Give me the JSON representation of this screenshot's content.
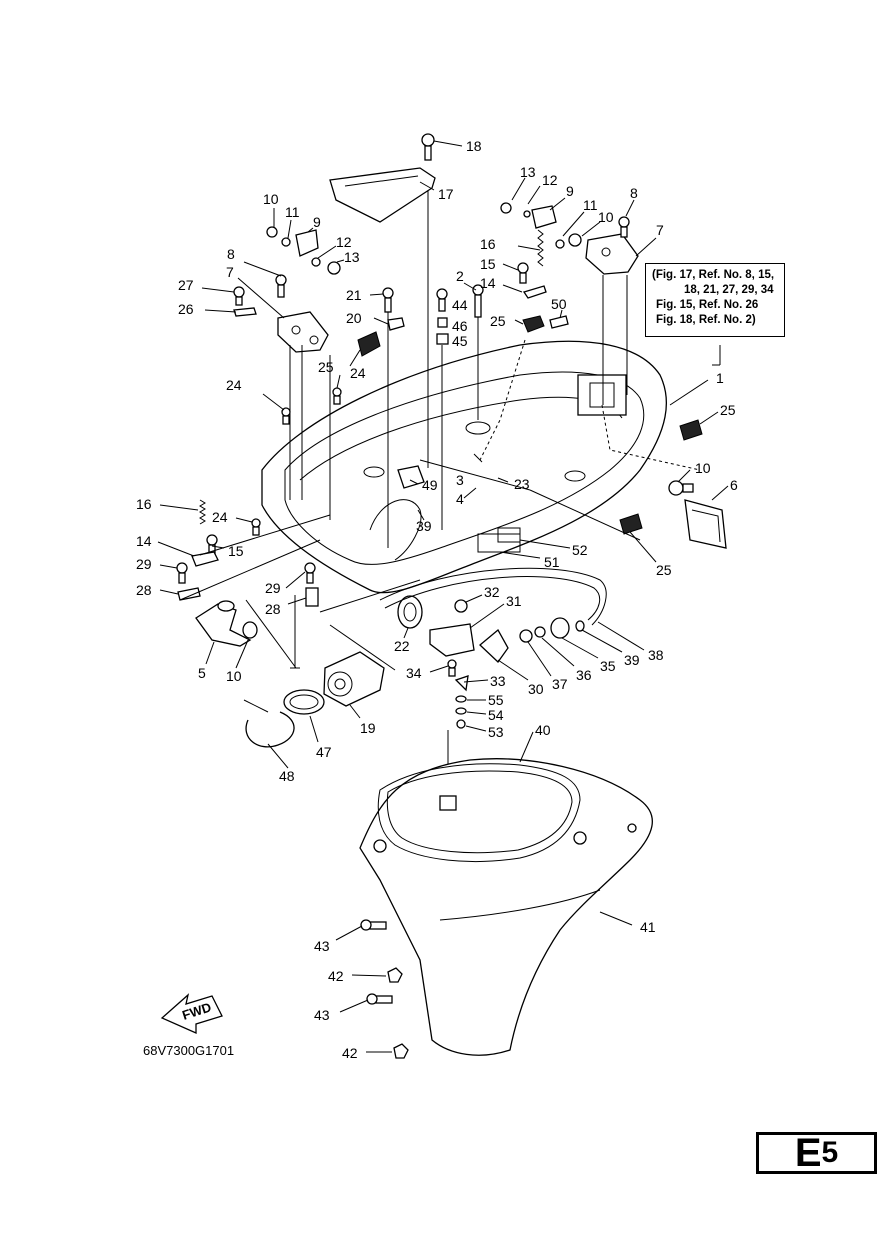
{
  "note": {
    "lines": [
      "(Fig. 17, Ref. No. 8, 15,",
      "18, 21, 27, 29, 34",
      "Fig. 15, Ref. No. 26",
      "Fig. 18, Ref. No. 2)"
    ]
  },
  "diagram_code": "68V7300G1701",
  "fwd_label": "FWD",
  "section": {
    "letter": "E",
    "number": "5"
  },
  "callouts": [
    {
      "id": "18a",
      "text": "18"
    },
    {
      "id": "17",
      "text": "17"
    },
    {
      "id": "13a",
      "text": "13"
    },
    {
      "id": "12a",
      "text": "12"
    },
    {
      "id": "9a",
      "text": "9"
    },
    {
      "id": "11a",
      "text": "11"
    },
    {
      "id": "10a",
      "text": "10"
    },
    {
      "id": "8a",
      "text": "8"
    },
    {
      "id": "7a",
      "text": "7"
    },
    {
      "id": "10b",
      "text": "10"
    },
    {
      "id": "11b",
      "text": "11"
    },
    {
      "id": "9b",
      "text": "9"
    },
    {
      "id": "12b",
      "text": "12"
    },
    {
      "id": "13b",
      "text": "13"
    },
    {
      "id": "8b",
      "text": "8"
    },
    {
      "id": "7b",
      "text": "7"
    },
    {
      "id": "27",
      "text": "27"
    },
    {
      "id": "26",
      "text": "26"
    },
    {
      "id": "21",
      "text": "21"
    },
    {
      "id": "20",
      "text": "20"
    },
    {
      "id": "2",
      "text": "2"
    },
    {
      "id": "44",
      "text": "44"
    },
    {
      "id": "46",
      "text": "46"
    },
    {
      "id": "45",
      "text": "45"
    },
    {
      "id": "16a",
      "text": "16"
    },
    {
      "id": "15a",
      "text": "15"
    },
    {
      "id": "14a",
      "text": "14"
    },
    {
      "id": "25a",
      "text": "25"
    },
    {
      "id": "50",
      "text": "50"
    },
    {
      "id": "25b",
      "text": "25"
    },
    {
      "id": "24a",
      "text": "24"
    },
    {
      "id": "24b",
      "text": "24"
    },
    {
      "id": "1",
      "text": "1"
    },
    {
      "id": "25c",
      "text": "25"
    },
    {
      "id": "10c",
      "text": "10"
    },
    {
      "id": "6",
      "text": "6"
    },
    {
      "id": "3",
      "text": "3"
    },
    {
      "id": "23",
      "text": "23"
    },
    {
      "id": "4",
      "text": "4"
    },
    {
      "id": "49",
      "text": "49"
    },
    {
      "id": "39a",
      "text": "39"
    },
    {
      "id": "16b",
      "text": "16"
    },
    {
      "id": "24c",
      "text": "24"
    },
    {
      "id": "14b",
      "text": "14"
    },
    {
      "id": "15b",
      "text": "15"
    },
    {
      "id": "29a",
      "text": "29"
    },
    {
      "id": "28a",
      "text": "28"
    },
    {
      "id": "29b",
      "text": "29"
    },
    {
      "id": "28b",
      "text": "28"
    },
    {
      "id": "52",
      "text": "52"
    },
    {
      "id": "51",
      "text": "51"
    },
    {
      "id": "25d",
      "text": "25"
    },
    {
      "id": "32",
      "text": "32"
    },
    {
      "id": "31",
      "text": "31"
    },
    {
      "id": "22",
      "text": "22"
    },
    {
      "id": "5",
      "text": "5"
    },
    {
      "id": "10d",
      "text": "10"
    },
    {
      "id": "34",
      "text": "34"
    },
    {
      "id": "33",
      "text": "33"
    },
    {
      "id": "30",
      "text": "30"
    },
    {
      "id": "37",
      "text": "37"
    },
    {
      "id": "36",
      "text": "36"
    },
    {
      "id": "35",
      "text": "35"
    },
    {
      "id": "39b",
      "text": "39"
    },
    {
      "id": "38",
      "text": "38"
    },
    {
      "id": "55",
      "text": "55"
    },
    {
      "id": "54",
      "text": "54"
    },
    {
      "id": "53",
      "text": "53"
    },
    {
      "id": "19",
      "text": "19"
    },
    {
      "id": "47",
      "text": "47"
    },
    {
      "id": "48",
      "text": "48"
    },
    {
      "id": "40",
      "text": "40"
    },
    {
      "id": "41",
      "text": "41"
    },
    {
      "id": "43a",
      "text": "43"
    },
    {
      "id": "42a",
      "text": "42"
    },
    {
      "id": "43b",
      "text": "43"
    },
    {
      "id": "42b",
      "text": "42"
    }
  ]
}
